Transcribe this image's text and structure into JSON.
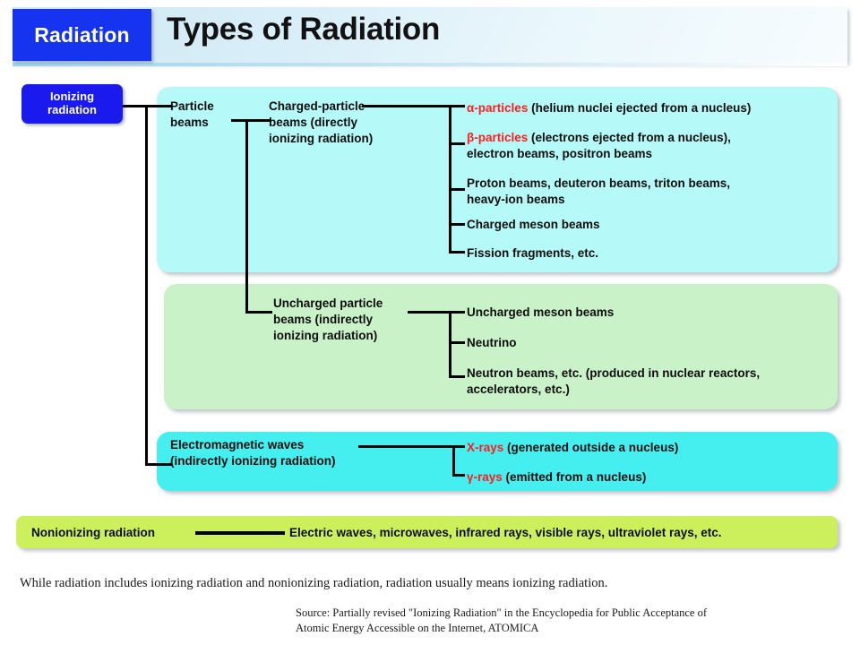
{
  "header": {
    "tag": "Radiation",
    "title": "Types of Radiation"
  },
  "ionizing_chip": {
    "line1": "Ionizing",
    "line2": "radiation"
  },
  "panels": {
    "particle": {
      "color": "#b6f9f9",
      "root_label": "Particle\nbeams",
      "branch_label": "Charged-particle\nbeams (directly\nionizing radiation)",
      "items": [
        {
          "highlight": "α-particles",
          "rest": " (helium nuclei ejected from a nucleus)"
        },
        {
          "highlight": "β-particles",
          "rest": " (electrons ejected from a nucleus),\nelectron beams, positron beams"
        },
        {
          "highlight": "",
          "rest": "Proton beams, deuteron beams, triton beams,\nheavy-ion beams"
        },
        {
          "highlight": "",
          "rest": "Charged meson beams"
        },
        {
          "highlight": "",
          "rest": "Fission fragments, etc."
        }
      ]
    },
    "uncharged": {
      "color": "#caf2c8",
      "branch_label": "Uncharged particle\nbeams (indirectly\nionizing radiation)",
      "items": [
        {
          "highlight": "",
          "rest": "Uncharged meson beams"
        },
        {
          "highlight": "",
          "rest": "Neutrino"
        },
        {
          "highlight": "",
          "rest": "Neutron beams, etc. (produced in nuclear reactors,\naccelerators, etc.)"
        }
      ]
    },
    "electromagnetic": {
      "color": "#46efef",
      "branch_label": "Electromagnetic waves\n(indirectly ionizing radiation)",
      "items": [
        {
          "highlight": "X-rays",
          "rest": " (generated outside a nucleus)"
        },
        {
          "highlight": "γ-rays",
          "rest": " (emitted from a nucleus)"
        }
      ]
    },
    "nonionizing": {
      "color": "#ccf05c",
      "label": "Nonionizing radiation",
      "value": "Electric waves, microwaves, infrared rays, visible rays, ultraviolet rays, etc."
    }
  },
  "footer": {
    "note": "While radiation includes ionizing radiation and nonionizing radiation, radiation usually means ionizing radiation.",
    "source": "Source: Partially revised \"Ionizing Radiation\" in the Encyclopedia for Public Acceptance of\nAtomic Energy Accessible on the Internet, ATOMICA"
  },
  "colors": {
    "accent_blue": "#1634f0",
    "highlight_red": "#ff1d1d",
    "header_gradient_start": "#cfeaf5",
    "header_gradient_end": "#f7fcfe"
  }
}
